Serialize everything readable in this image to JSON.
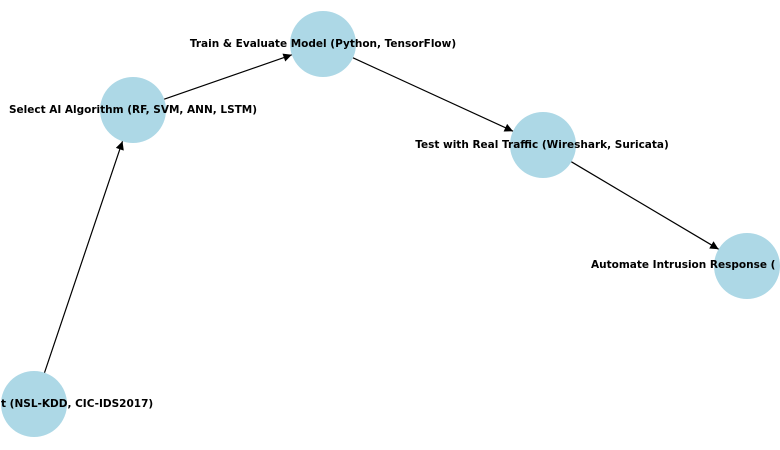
{
  "diagram": {
    "background_color": "#ffffff",
    "node_fill_color": "#add8e6",
    "edge_color": "#000000",
    "label_color": "#000000",
    "nodes": [
      {
        "id": "dataset",
        "label": "t (NSL-KDD, CIC-IDS2017)"
      },
      {
        "id": "algorithm",
        "label": "Select AI Algorithm (RF, SVM, ANN, LSTM)"
      },
      {
        "id": "train",
        "label": "Train & Evaluate Model (Python, TensorFlow)"
      },
      {
        "id": "test",
        "label": "Test with Real Traffic (Wireshark, Suricata)"
      },
      {
        "id": "respond",
        "label": "Automate Intrusion Response ("
      }
    ],
    "edges": [
      {
        "from": "dataset",
        "to": "algorithm"
      },
      {
        "from": "algorithm",
        "to": "train"
      },
      {
        "from": "train",
        "to": "test"
      },
      {
        "from": "test",
        "to": "respond"
      }
    ]
  }
}
